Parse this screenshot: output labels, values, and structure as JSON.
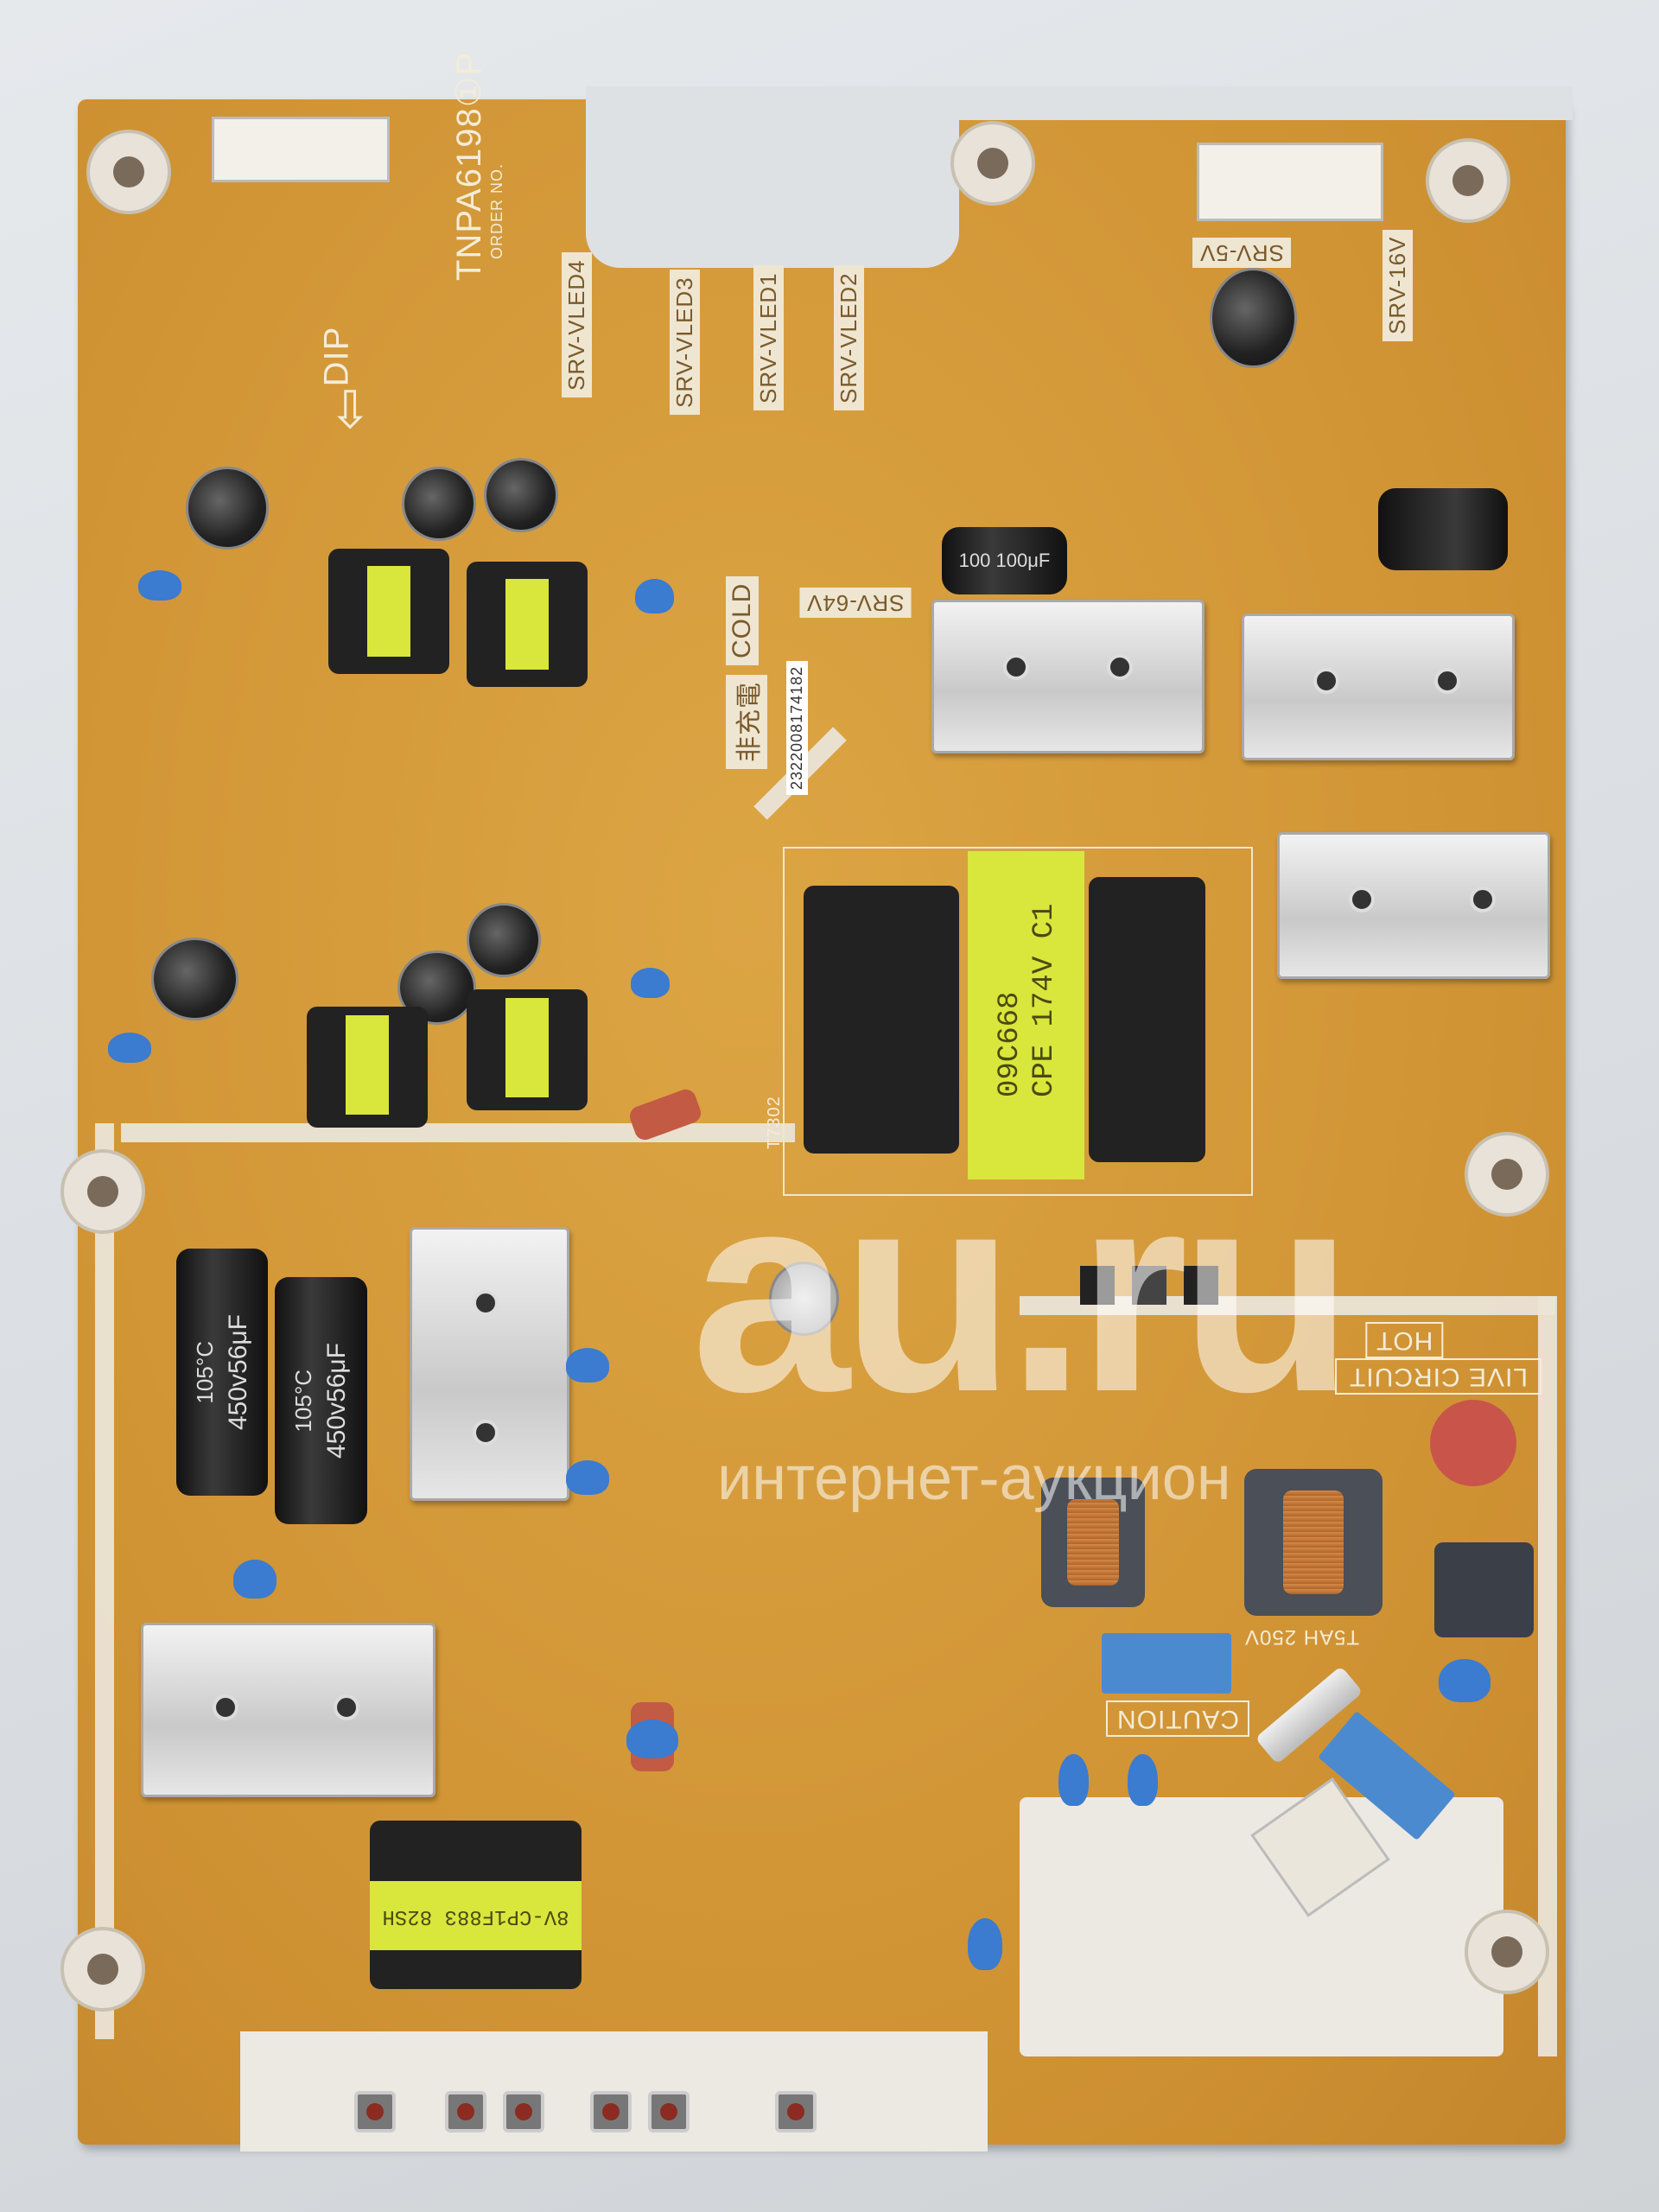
{
  "board": {
    "part_number": "TNPA6198①P",
    "order_no_label": "ORDER NO.",
    "dip_label": "DIP",
    "connector_labels": [
      "SRV-VLED4",
      "SRV-VLED3",
      "SRV-VLED1",
      "SRV-VLED2",
      "SRV-5V",
      "SRV-16V",
      "SRV-64V"
    ],
    "cold_label": "COLD",
    "cold_jp": "非充電",
    "hot_label": "HOT",
    "live_circuit_label": "LIVE CIRCUIT",
    "caution_label": "CAUTION",
    "fuse_rating": "T5AH 250V",
    "transformer_marking": [
      "09C668",
      "CPE 174V C1"
    ],
    "transformer_ref": "T7302",
    "capacitor_marking": "450v56μF",
    "capacitor_temp": "105°C",
    "small_cap_marking": "100 100μF",
    "standby_transformer_marking": "8V-CP1F883 82SH",
    "barcode_text": "2322008174182"
  },
  "watermark": {
    "logo": "au.ru",
    "subtitle": "интернет-аукцион"
  },
  "colors": {
    "pcb": "#d49a3a",
    "silkscreen": "#f4ecd8",
    "background": "#dde1e4"
  }
}
